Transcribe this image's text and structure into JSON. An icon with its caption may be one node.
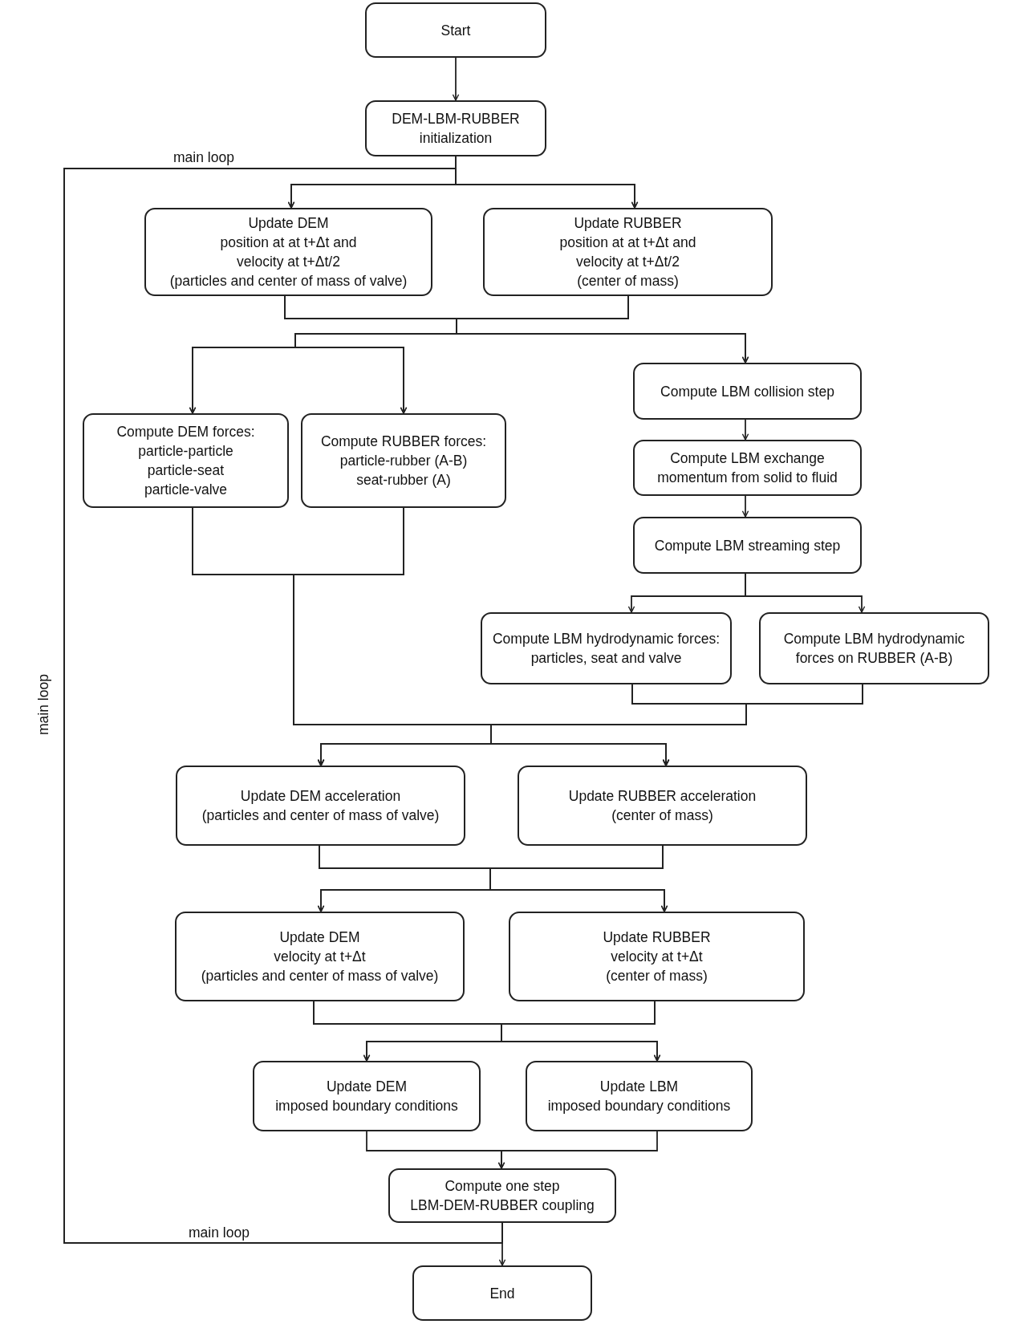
{
  "diagram": {
    "nodes": [
      {
        "text": [
          "Start"
        ]
      },
      {
        "text": [
          "DEM-LBM-RUBBER",
          "initialization"
        ]
      },
      {
        "text": [
          "Update DEM",
          "position at at t+Δt and",
          "velocity at t+Δt/2",
          "(particles and center of mass of valve)"
        ]
      },
      {
        "text": [
          "Update RUBBER",
          "position at at t+Δt and",
          "velocity at t+Δt/2",
          "(center of mass)"
        ]
      },
      {
        "text": [
          "Compute DEM forces:",
          "particle-particle",
          "particle-seat",
          "particle-valve"
        ]
      },
      {
        "text": [
          "Compute RUBBER forces:",
          "particle-rubber (A-B)",
          "seat-rubber (A)"
        ]
      },
      {
        "text": [
          "Compute LBM collision step"
        ]
      },
      {
        "text": [
          "Compute LBM exchange momentum from solid to fluid"
        ]
      },
      {
        "text": [
          "Compute LBM streaming step"
        ]
      },
      {
        "text": [
          "Compute LBM hydrodynamic forces: particles, seat and  valve"
        ]
      },
      {
        "text": [
          "Compute LBM hydrodynamic forces on RUBBER (A-B)"
        ]
      },
      {
        "text": [
          "Update DEM acceleration",
          "(particles and center of mass of valve)"
        ]
      },
      {
        "text": [
          "Update RUBBER acceleration",
          "(center of mass)"
        ]
      },
      {
        "text": [
          "Update DEM",
          "velocity at t+Δt",
          "(particles and center of mass of valve)"
        ]
      },
      {
        "text": [
          "Update RUBBER",
          "velocity at t+Δt",
          "(center of mass)"
        ]
      },
      {
        "text": [
          "Update DEM",
          "imposed boundary conditions"
        ]
      },
      {
        "text": [
          "Update LBM",
          "imposed boundary conditions"
        ]
      },
      {
        "text": [
          "Compute one step",
          "LBM-DEM-RUBBER coupling"
        ]
      },
      {
        "text": [
          "End"
        ]
      }
    ],
    "edges": [
      {
        "from": 0,
        "to": 1,
        "arrow": "to"
      },
      {
        "from": 1,
        "to": 2,
        "arrow": "to"
      },
      {
        "from": 1,
        "to": 3,
        "arrow": "to"
      },
      {
        "from": 2,
        "to": 4,
        "arrow": "to"
      },
      {
        "from": 2,
        "to": 5,
        "arrow": "to"
      },
      {
        "from": 2,
        "to": 6,
        "arrow": "to"
      },
      {
        "from": 3,
        "to": 4,
        "arrow": "to"
      },
      {
        "from": 3,
        "to": 5,
        "arrow": "to"
      },
      {
        "from": 3,
        "to": 6,
        "arrow": "to"
      },
      {
        "from": 6,
        "to": 7,
        "arrow": "to"
      },
      {
        "from": 7,
        "to": 8,
        "arrow": "to"
      },
      {
        "from": 8,
        "to": 9,
        "arrow": "to"
      },
      {
        "from": 8,
        "to": 10,
        "arrow": "to"
      },
      {
        "from": 4,
        "to": 11,
        "arrow": "to"
      },
      {
        "from": 4,
        "to": 12,
        "arrow": "to"
      },
      {
        "from": 5,
        "to": 11,
        "arrow": "to"
      },
      {
        "from": 5,
        "to": 12,
        "arrow": "to"
      },
      {
        "from": 9,
        "to": 11,
        "arrow": "to"
      },
      {
        "from": 9,
        "to": 12,
        "arrow": "to"
      },
      {
        "from": 10,
        "to": 11,
        "arrow": "to"
      },
      {
        "from": 10,
        "to": 12,
        "arrow": "to"
      },
      {
        "from": 11,
        "to": 13,
        "arrow": "to"
      },
      {
        "from": 11,
        "to": 14,
        "arrow": "to"
      },
      {
        "from": 12,
        "to": 13,
        "arrow": "to"
      },
      {
        "from": 12,
        "to": 14,
        "arrow": "to"
      },
      {
        "from": 13,
        "to": 15,
        "arrow": "to"
      },
      {
        "from": 13,
        "to": 16,
        "arrow": "to"
      },
      {
        "from": 14,
        "to": 15,
        "arrow": "to"
      },
      {
        "from": 14,
        "to": 16,
        "arrow": "to"
      },
      {
        "from": 15,
        "to": 17,
        "arrow": "to"
      },
      {
        "from": 16,
        "to": 17,
        "arrow": "to"
      },
      {
        "from": 17,
        "to": 18,
        "arrow": "to"
      },
      {
        "from": 17,
        "to": 2,
        "arrow": "to"
      },
      {
        "from": 17,
        "to": 3,
        "arrow": "to"
      }
    ],
    "labels": [
      "main loop",
      "main loop",
      "main loop"
    ]
  }
}
